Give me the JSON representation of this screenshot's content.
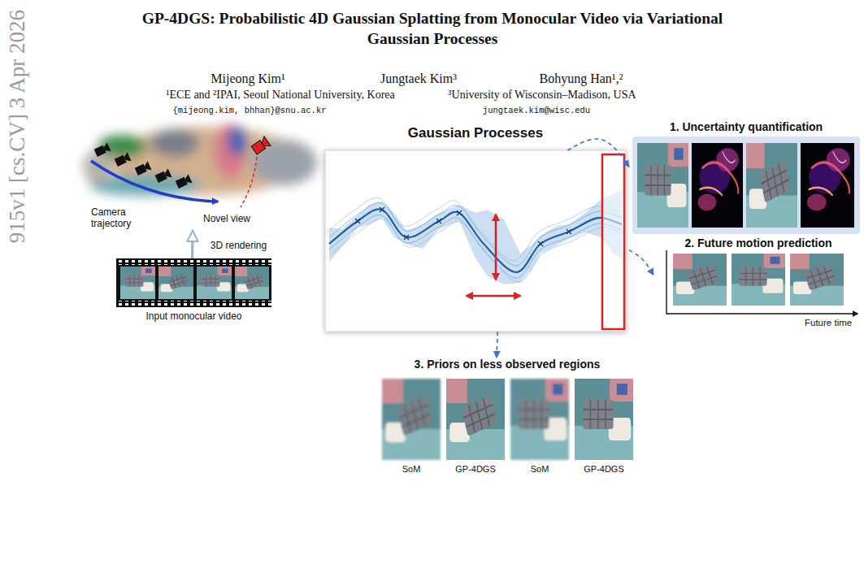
{
  "diagram": {
    "title": "GP-4DGS: Probabilistic 4D Gaussian Splatting from Monocular Video via Variational Gaussian Processes",
    "nodes": [
      {
        "text": [
          "Camera trajectory",
          "Novel view"
        ]
      },
      {
        "text": [
          "Input monocular video"
        ]
      },
      {
        "text": [
          "Gaussian Processes"
        ]
      },
      {
        "text": [
          "1. Uncertainty quantification"
        ]
      },
      {
        "text": [
          "2. Future motion prediction"
        ]
      },
      {
        "text": [
          "3. Priors on less observed regions"
        ]
      }
    ],
    "edges": [
      {
        "from": 1,
        "to": 0,
        "label": "3D rendering",
        "arrow": "to"
      },
      {
        "from": 2,
        "to": 3,
        "arrow": "to"
      },
      {
        "from": 2,
        "to": 4,
        "arrow": "to"
      },
      {
        "from": 2,
        "to": 5,
        "arrow": "to"
      }
    ],
    "labels": [
      "Mijeong Kim¹",
      "Jungtaek Kim³",
      "Bohyung Han¹,²",
      "¹ECE and ²IPAI, Seoul National University, Korea",
      "³University of Wisconsin–Madison, USA",
      "{mijeong.kim, bhhan}@snu.ac.kr",
      "jungtaek.kim@wisc.edu",
      "915v1 [cs.CV] 3 Apr 2026",
      "Future time",
      "SoM",
      "GP-4DGS",
      "SoM",
      "GP-4DGS"
    ]
  }
}
